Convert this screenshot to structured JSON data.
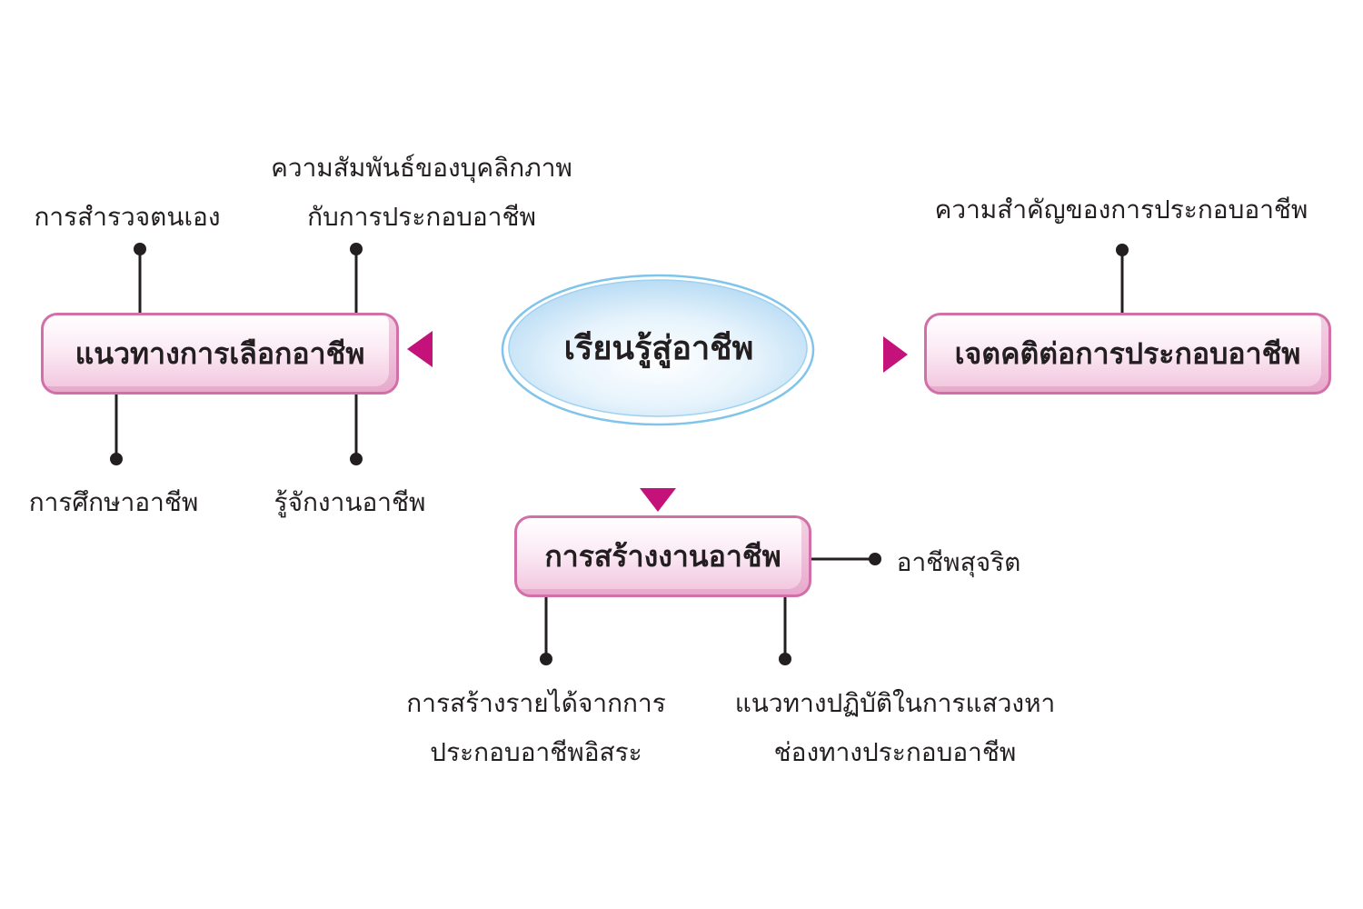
{
  "center": {
    "label": "เรียนรู้สู่อาชีพ"
  },
  "nodes": {
    "left": {
      "label": "แนวทางการเลือกอาชีพ"
    },
    "right": {
      "label": "เจตคติต่อการประกอบอาชีพ"
    },
    "bottom": {
      "label": "การสร้างงานอาชีพ"
    }
  },
  "leaves": {
    "left_top_1": "การสำรวจตนเอง",
    "left_top_2": {
      "line1": "ความสัมพันธ์ของบุคลิกภาพ",
      "line2": "กับการประกอบอาชีพ"
    },
    "left_bottom_1": "การศึกษาอาชีพ",
    "left_bottom_2": "รู้จักงานอาชีพ",
    "right_top": "ความสำคัญของการประกอบอาชีพ",
    "bottom_right": "อาชีพสุจริต",
    "bottom_bottom_1": {
      "line1": "การสร้างรายได้จากการ",
      "line2": "ประกอบอาชีพอิสระ"
    },
    "bottom_bottom_2": {
      "line1": "แนวทางปฏิบัติในการแสวงหา",
      "line2": "ช่องทางประกอบอาชีพ"
    }
  },
  "colors": {
    "accent": "#c4127a",
    "box_border": "#d36fa8",
    "ellipse_fill": "#cde6f7",
    "ellipse_stroke": "#7fc4ea"
  }
}
